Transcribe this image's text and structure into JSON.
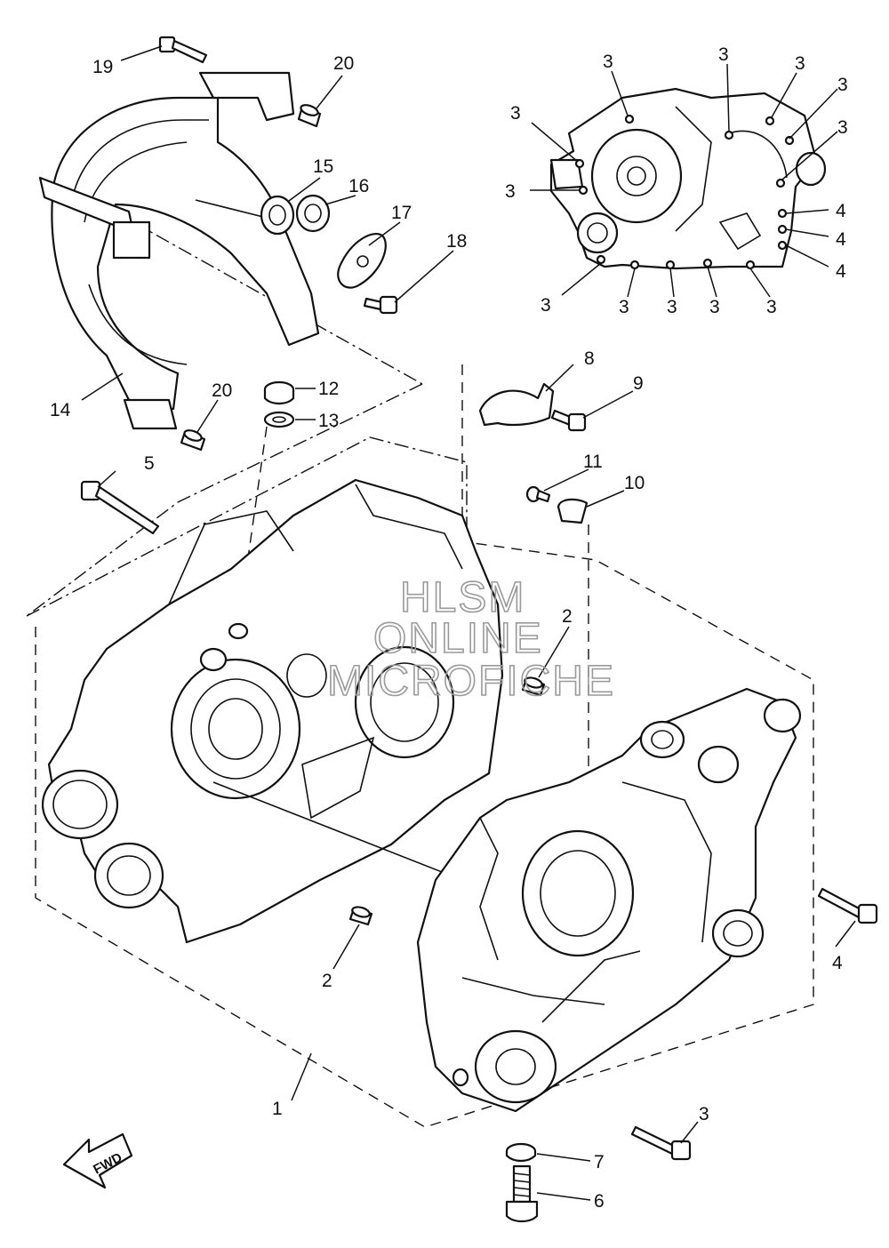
{
  "diagram": {
    "callouts": [
      {
        "id": "c1",
        "label": "1"
      },
      {
        "id": "c2a",
        "label": "2"
      },
      {
        "id": "c2b",
        "label": "2"
      },
      {
        "id": "c3a",
        "label": "3"
      },
      {
        "id": "c3b",
        "label": "3"
      },
      {
        "id": "c3c",
        "label": "3"
      },
      {
        "id": "c3d",
        "label": "3"
      },
      {
        "id": "c3e",
        "label": "3"
      },
      {
        "id": "c3f",
        "label": "3"
      },
      {
        "id": "c3g",
        "label": "3"
      },
      {
        "id": "c3h",
        "label": "3"
      },
      {
        "id": "c3i",
        "label": "3"
      },
      {
        "id": "c3j",
        "label": "3"
      },
      {
        "id": "c3k",
        "label": "3"
      },
      {
        "id": "c3l",
        "label": "3"
      },
      {
        "id": "c3m",
        "label": "3"
      },
      {
        "id": "c4a",
        "label": "4"
      },
      {
        "id": "c4b",
        "label": "4"
      },
      {
        "id": "c4c",
        "label": "4"
      },
      {
        "id": "c4d",
        "label": "4"
      },
      {
        "id": "c5",
        "label": "5"
      },
      {
        "id": "c6",
        "label": "6"
      },
      {
        "id": "c7",
        "label": "7"
      },
      {
        "id": "c8",
        "label": "8"
      },
      {
        "id": "c9",
        "label": "9"
      },
      {
        "id": "c10",
        "label": "10"
      },
      {
        "id": "c11",
        "label": "11"
      },
      {
        "id": "c12",
        "label": "12"
      },
      {
        "id": "c13",
        "label": "13"
      },
      {
        "id": "c14",
        "label": "14"
      },
      {
        "id": "c15",
        "label": "15"
      },
      {
        "id": "c16",
        "label": "16"
      },
      {
        "id": "c17",
        "label": "17"
      },
      {
        "id": "c18",
        "label": "18"
      },
      {
        "id": "c19",
        "label": "19"
      },
      {
        "id": "c20a",
        "label": "20"
      },
      {
        "id": "c20b",
        "label": "20"
      }
    ],
    "watermark": [
      "HLSM",
      "ONLINE",
      "MICROFICHE"
    ],
    "direction_label": "FWD"
  }
}
